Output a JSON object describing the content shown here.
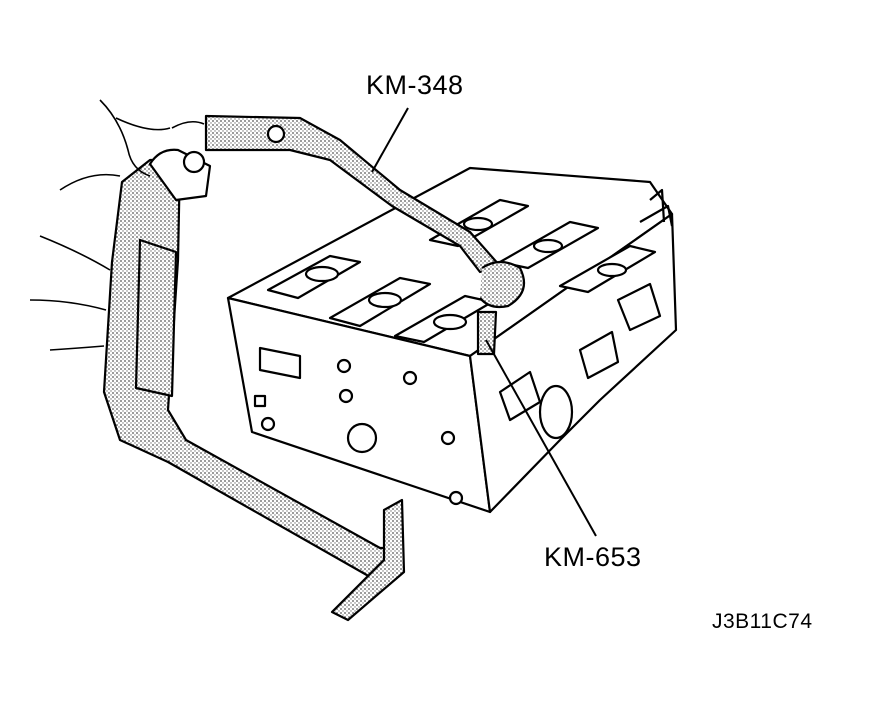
{
  "labels": {
    "tool_primary": "KM-348",
    "tool_secondary": "KM-653",
    "figure_code": "J3B11C74"
  },
  "colors": {
    "ink": "#000000",
    "stipple": "#8a8a8a",
    "background": "#ffffff"
  }
}
